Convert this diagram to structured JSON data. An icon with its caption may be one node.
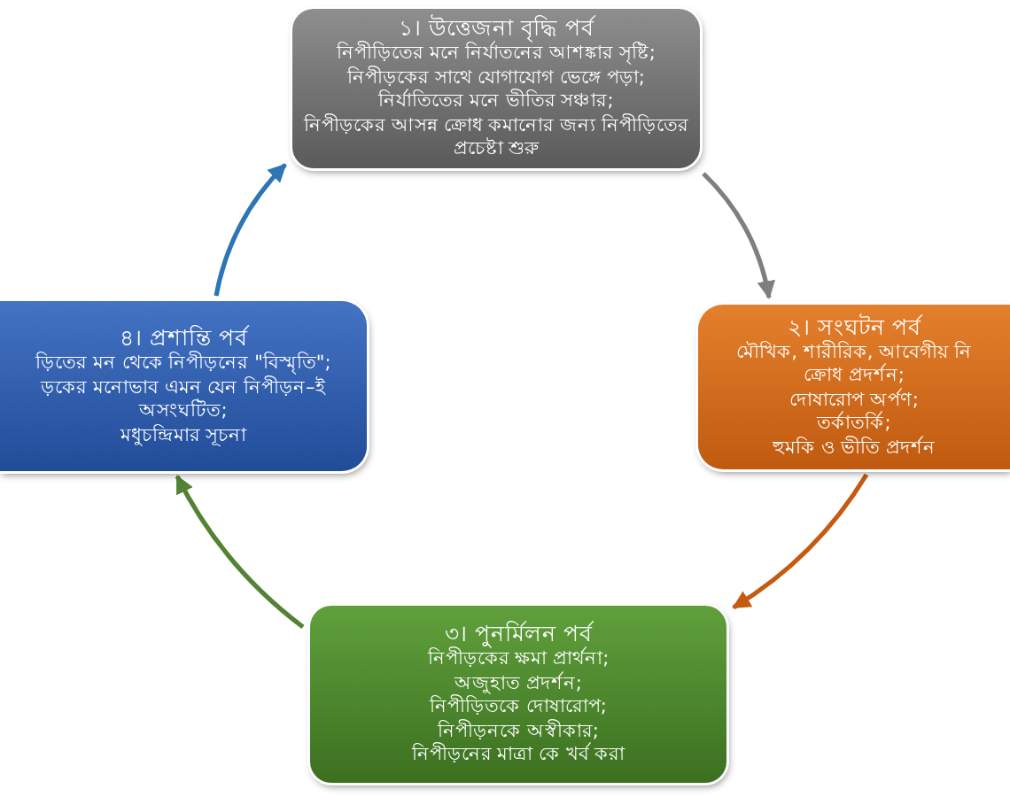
{
  "diagram": {
    "nodes": [
      {
        "text": [
          "১। উত্তেজনা বৃদ্ধি পর্ব",
          "নিপীড়িতের মনে নির্যাতনের আশঙ্কার সৃষ্টি;",
          "নিপীড়কের সাথে যোগাযোগ ভেঙ্গে পড়া;",
          "নির্যাতিতের মনে ভীতির সঞ্চার;",
          "নিপীড়কের আসন্ন ক্রোধ কমানোর জন্য নিপীড়িতের প্রচেষ্টা শুরু"
        ]
      },
      {
        "text": [
          "২। সংঘটন পর্ব",
          "মৌখিক, শারীরিক, আবেগীয় নি",
          "ক্রোধ প্রদর্শন;",
          "দোষারোপ অর্পণ;",
          "তর্কাতর্কি;",
          "হুমকি ও ভীতি প্রদর্শন"
        ]
      },
      {
        "text": [
          "৩। পুনর্মিলন পর্ব",
          "নিপীড়কের ক্ষমা প্রার্থনা;",
          "অজুহাত প্রদর্শন;",
          "নিপীড়িতকে দোষারোপ;",
          "নিপীড়নকে অস্বীকার;",
          "নিপীড়নের মাত্রা কে খর্ব করা"
        ]
      },
      {
        "text": [
          "৪। প্রশান্তি পর্ব",
          "ড়িতের মন থেকে নিপীড়নের \"বিস্মৃতি\";",
          "ড়কের মনোভাব এমন যেন নিপীড়ন–ই অসংঘটিত;",
          "মধুচন্দ্রিমার সূচনা"
        ]
      }
    ],
    "edges": [
      {
        "from": 0,
        "to": 1,
        "arrow": "to",
        "color": "#7f7f7f"
      },
      {
        "from": 1,
        "to": 2,
        "arrow": "to",
        "color": "#c55a11"
      },
      {
        "from": 2,
        "to": 3,
        "arrow": "to",
        "color": "#548235"
      },
      {
        "from": 3,
        "to": 0,
        "arrow": "to",
        "color": "#2e75b6"
      }
    ]
  }
}
